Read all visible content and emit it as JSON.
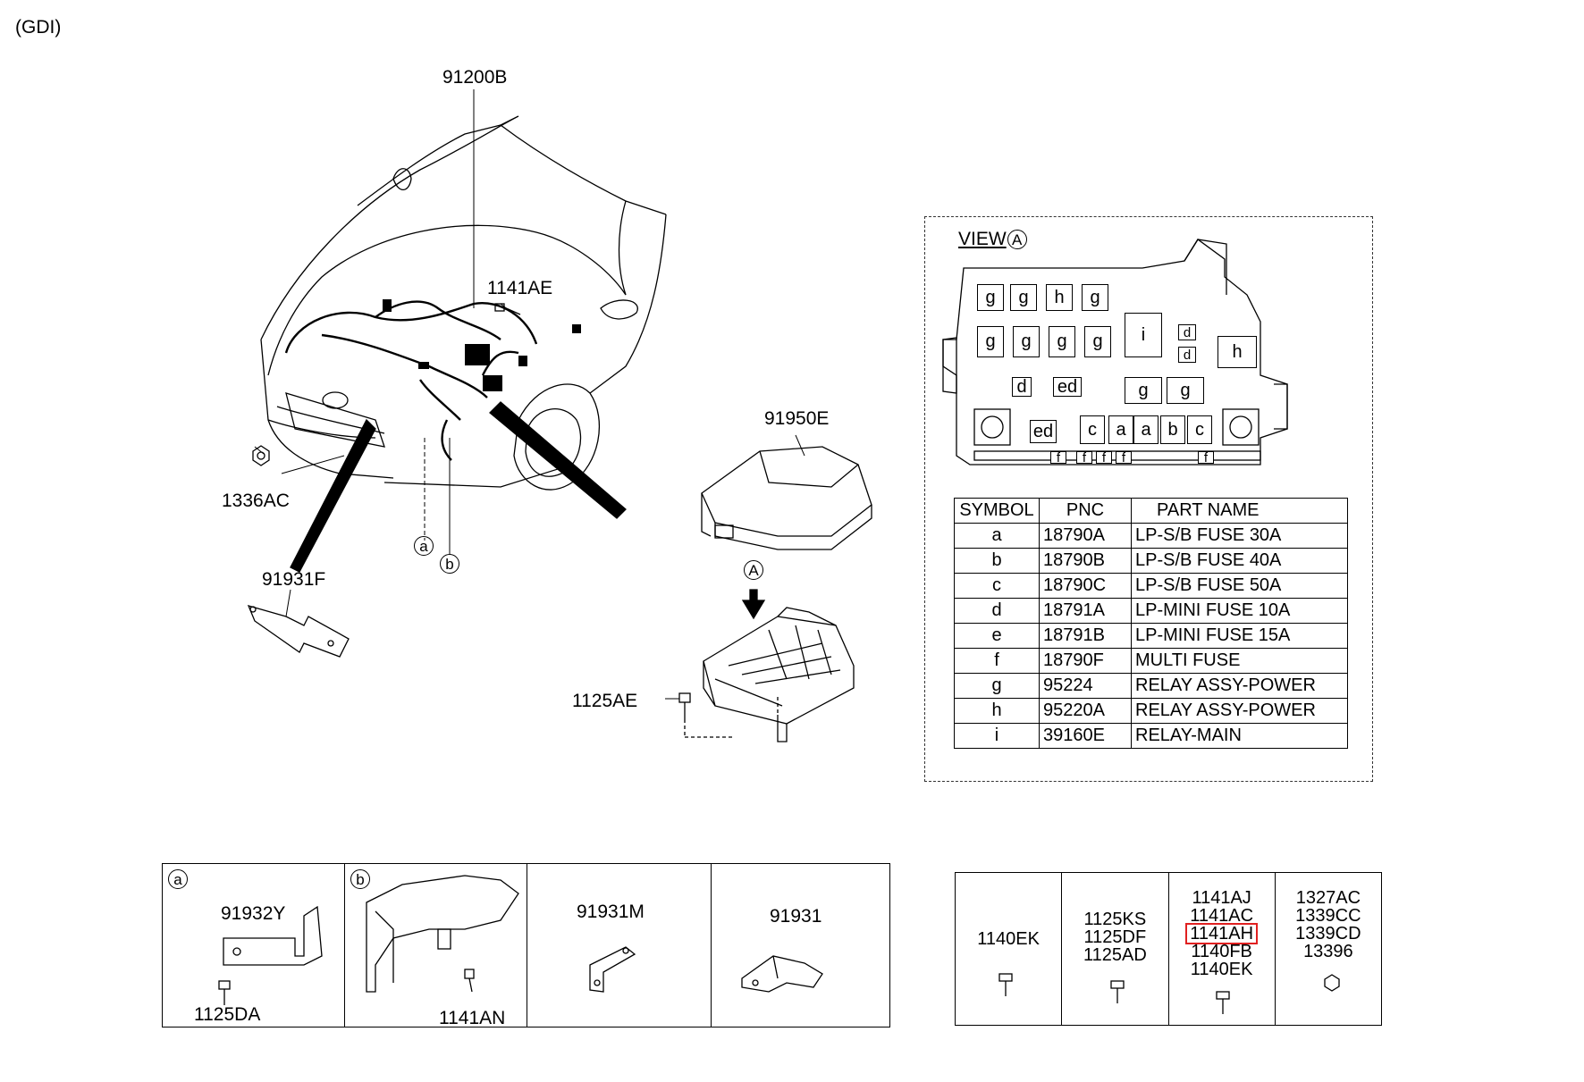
{
  "header": {
    "variant": "(GDI)"
  },
  "labels": {
    "harness": "91200B",
    "bolt_top": "1141AE",
    "nut_left": "1336AC",
    "bracket_left": "91931F",
    "cover": "91950E",
    "bolt_box": "1125AE",
    "tag_a": "a",
    "tag_b": "b",
    "arrow_a": "A"
  },
  "view": {
    "title": "VIEW",
    "title_tag": "A",
    "slots": [
      "g",
      "g",
      "h",
      "g",
      "g",
      "g",
      "g",
      "g",
      "i",
      "d",
      "d",
      "h",
      "d",
      "ed",
      "g",
      "g",
      "ed",
      "c",
      "a",
      "a",
      "b",
      "c",
      "f",
      "f",
      "f",
      "f",
      "f"
    ]
  },
  "table": {
    "headers": [
      "SYMBOL",
      "PNC",
      "PART NAME"
    ],
    "rows": [
      [
        "a",
        "18790A",
        "LP-S/B FUSE 30A"
      ],
      [
        "b",
        "18790B",
        "LP-S/B FUSE 40A"
      ],
      [
        "c",
        "18790C",
        "LP-S/B FUSE 50A"
      ],
      [
        "d",
        "18791A",
        "LP-MINI FUSE 10A"
      ],
      [
        "e",
        "18791B",
        "LP-MINI FUSE 15A"
      ],
      [
        "f",
        "18790F",
        "MULTI FUSE"
      ],
      [
        "g",
        "95224",
        "RELAY ASSY-POWER"
      ],
      [
        "h",
        "95220A",
        "RELAY ASSY-POWER"
      ],
      [
        "i",
        "39160E",
        "RELAY-MAIN"
      ]
    ]
  },
  "detail_panels": {
    "a": {
      "tag": "a",
      "part": "91932Y",
      "bolt": "1125DA"
    },
    "b": {
      "tag": "b",
      "bolt": "1141AN"
    },
    "c": {
      "part": "91931M"
    },
    "d": {
      "part": "91931"
    }
  },
  "fasteners": {
    "col1": [
      "1140EK"
    ],
    "col2": [
      "1125KS",
      "1125DF",
      "1125AD"
    ],
    "col3": [
      "1141AJ",
      "1141AC",
      "1141AH",
      "1140FB",
      "1140EK"
    ],
    "col4": [
      "1327AC",
      "1339CC",
      "1339CD",
      "13396"
    ],
    "highlight": "1141AH",
    "highlight_color": "#e02020"
  }
}
